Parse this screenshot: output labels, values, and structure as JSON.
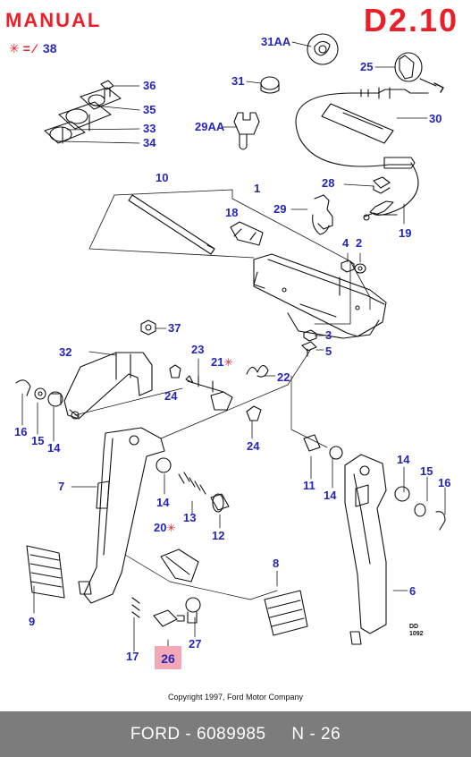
{
  "header": {
    "transmission": "MANUAL",
    "section_code": "D2.10",
    "legend_symbol": "✳ = ⁄",
    "legend_ref": "38"
  },
  "parts": [
    {
      "id": "p31aa",
      "label": "31AA"
    },
    {
      "id": "p25",
      "label": "25"
    },
    {
      "id": "p36",
      "label": "36"
    },
    {
      "id": "p31",
      "label": "31"
    },
    {
      "id": "p35",
      "label": "35"
    },
    {
      "id": "p30",
      "label": "30"
    },
    {
      "id": "p29aa",
      "label": "29AA"
    },
    {
      "id": "p33",
      "label": "33"
    },
    {
      "id": "p34",
      "label": "34"
    },
    {
      "id": "p10",
      "label": "10"
    },
    {
      "id": "p1",
      "label": "1"
    },
    {
      "id": "p28",
      "label": "28"
    },
    {
      "id": "p29",
      "label": "29"
    },
    {
      "id": "p18",
      "label": "18"
    },
    {
      "id": "p19",
      "label": "19"
    },
    {
      "id": "p4",
      "label": "4"
    },
    {
      "id": "p2",
      "label": "2"
    },
    {
      "id": "p37",
      "label": "37"
    },
    {
      "id": "p3",
      "label": "3"
    },
    {
      "id": "p32",
      "label": "32"
    },
    {
      "id": "p23",
      "label": "23"
    },
    {
      "id": "p5",
      "label": "5"
    },
    {
      "id": "p21",
      "label": "21"
    },
    {
      "id": "p22",
      "label": "22"
    },
    {
      "id": "p24a",
      "label": "24"
    },
    {
      "id": "p16a",
      "label": "16"
    },
    {
      "id": "p15a",
      "label": "15"
    },
    {
      "id": "p14a",
      "label": "14"
    },
    {
      "id": "p24b",
      "label": "24"
    },
    {
      "id": "p7",
      "label": "7"
    },
    {
      "id": "p11",
      "label": "11"
    },
    {
      "id": "p14b",
      "label": "14"
    },
    {
      "id": "p14c",
      "label": "14"
    },
    {
      "id": "p15b",
      "label": "15"
    },
    {
      "id": "p16b",
      "label": "16"
    },
    {
      "id": "p14d",
      "label": "14"
    },
    {
      "id": "p13",
      "label": "13"
    },
    {
      "id": "p12",
      "label": "12"
    },
    {
      "id": "p20",
      "label": "20"
    },
    {
      "id": "p8",
      "label": "8"
    },
    {
      "id": "p6",
      "label": "6"
    },
    {
      "id": "p9",
      "label": "9"
    },
    {
      "id": "p27",
      "label": "27"
    },
    {
      "id": "p17",
      "label": "17"
    }
  ],
  "highlighted_part": "26",
  "drawing_ref": {
    "line1": "DD",
    "line2": "1092"
  },
  "copyright": "Copyright 1997, Ford Motor Company",
  "footer": {
    "brand": "FORD",
    "part_number": "6089985",
    "page_ref": "N - 26"
  }
}
